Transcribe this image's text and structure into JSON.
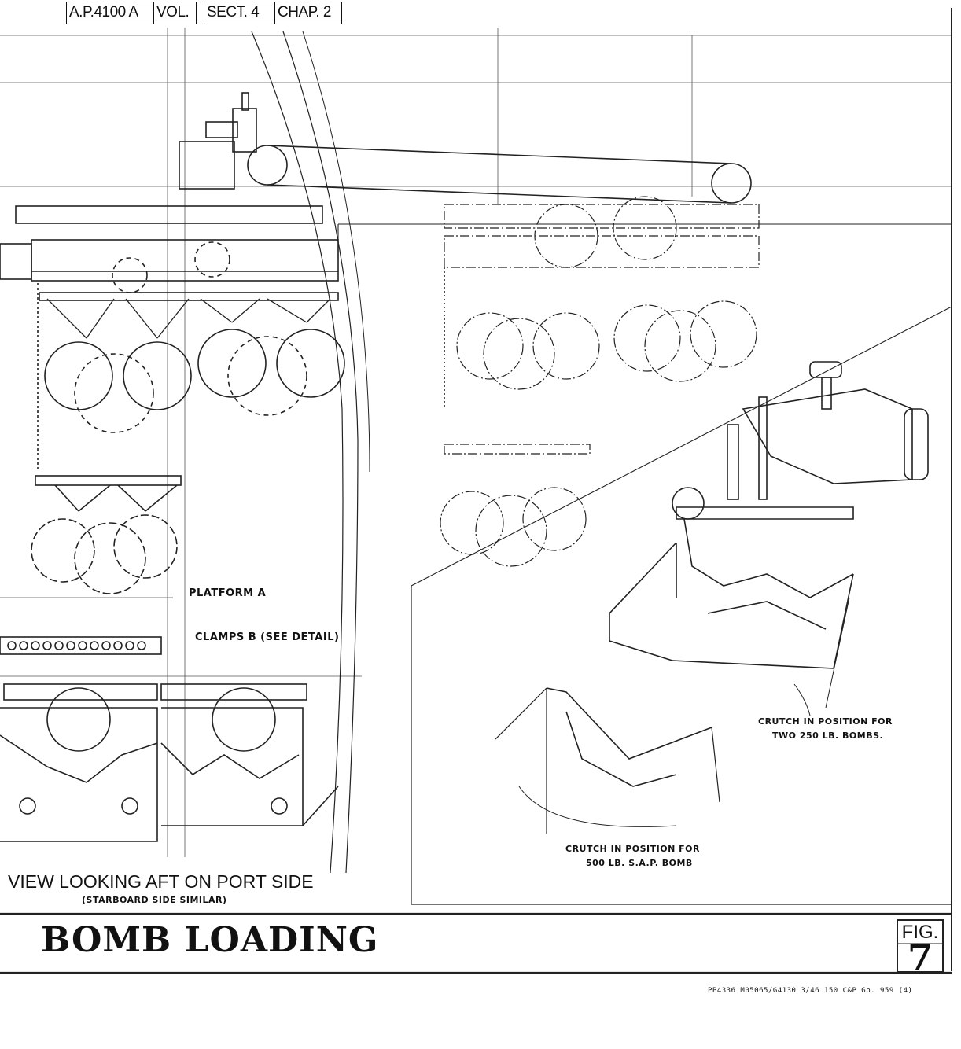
{
  "header": {
    "ap": "A.P.4100 A",
    "vol": "VOL.",
    "sect": "SECT. 4",
    "chap": "CHAP. 2"
  },
  "labels": {
    "platform": "PLATFORM A",
    "clamps": "CLAMPS B (SEE DETAIL)",
    "crutch_two_line1": "CRUTCH IN POSITION FOR",
    "crutch_two_line2": "TWO 250 LB. BOMBS.",
    "crutch_500_line1": "CRUTCH IN POSITION FOR",
    "crutch_500_line2": "500 LB. S.A.P. BOMB"
  },
  "view": {
    "caption": "VIEW LOOKING AFT ON PORT SIDE",
    "sub": "(STARBOARD SIDE SIMILAR)"
  },
  "title": "BOMB LOADING",
  "figure": {
    "label": "FIG.",
    "number": "7"
  },
  "print_code": "PP4336  M05065/G4130  3/46  150  C&P  Gp. 959 (4)"
}
